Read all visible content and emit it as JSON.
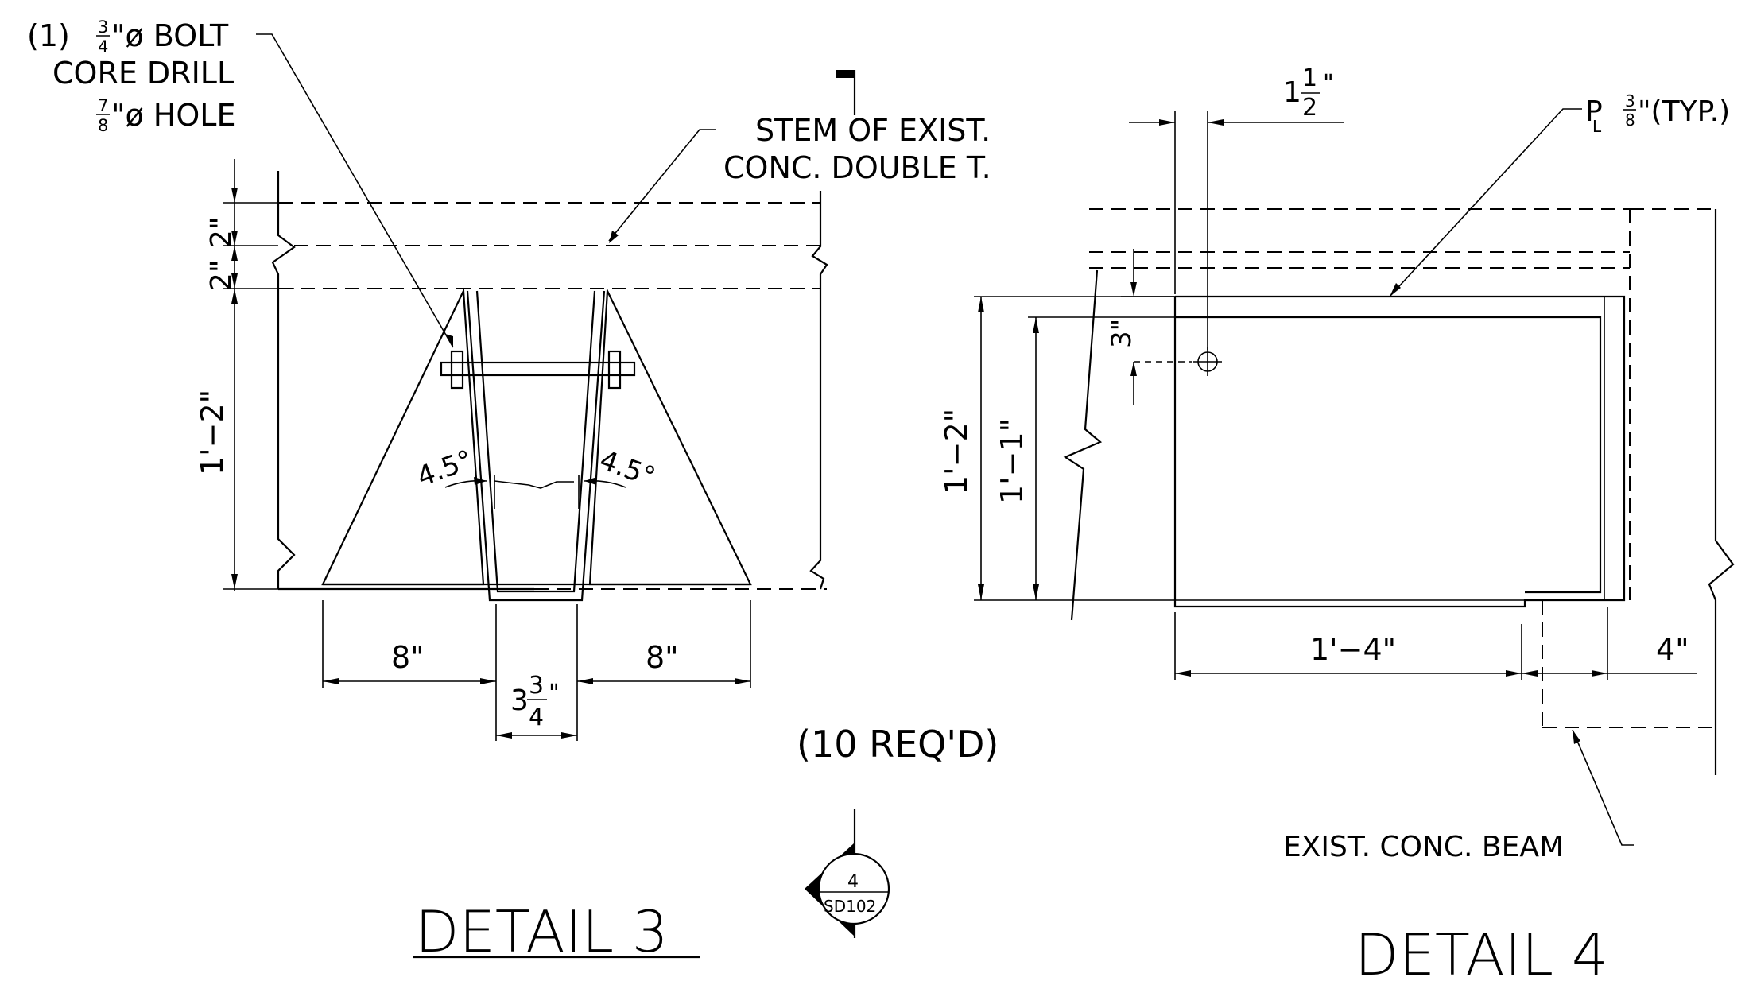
{
  "detail3": {
    "title": "DETAIL 3",
    "bolt_note": {
      "line1": "(1) ",
      "frac1_num": "3",
      "frac1_den": "4",
      "line1_rest": "\"ø BOLT",
      "line2": "CORE DRILL",
      "frac2_num": "7",
      "frac2_den": "8",
      "line3_rest": "\"ø HOLE"
    },
    "stem_note": {
      "line1": "STEM OF EXIST.",
      "line2": "CONC. DOUBLE T."
    },
    "dim_2a": "2\"",
    "dim_2b": "2\"",
    "dim_height": "1'−2\"",
    "angle_left": "4.5°",
    "angle_right": "4.5°",
    "dim_left": "8\"",
    "dim_right": "8\"",
    "dim_bottom_whole": "3",
    "dim_bottom_num": "3",
    "dim_bottom_den": "4",
    "dim_bottom_in": "\"",
    "req": "(10 REQ'D)"
  },
  "section_marker": {
    "number": "4",
    "sheet": "SD102"
  },
  "detail4": {
    "title": "DETAIL 4",
    "dim_top_whole": "1",
    "dim_top_num": "1",
    "dim_top_den": "2",
    "dim_top_in": "\"",
    "plate_note": {
      "prefix": "P",
      "sub": "L",
      "num": "3",
      "den": "8",
      "rest": "\"(TYP.)"
    },
    "dim_3": "3\"",
    "dim_outer": "1'−2\"",
    "dim_inner": "1'−1\"",
    "dim_length": "1'−4\"",
    "dim_4": "4\"",
    "beam_note": "EXIST. CONC. BEAM"
  }
}
